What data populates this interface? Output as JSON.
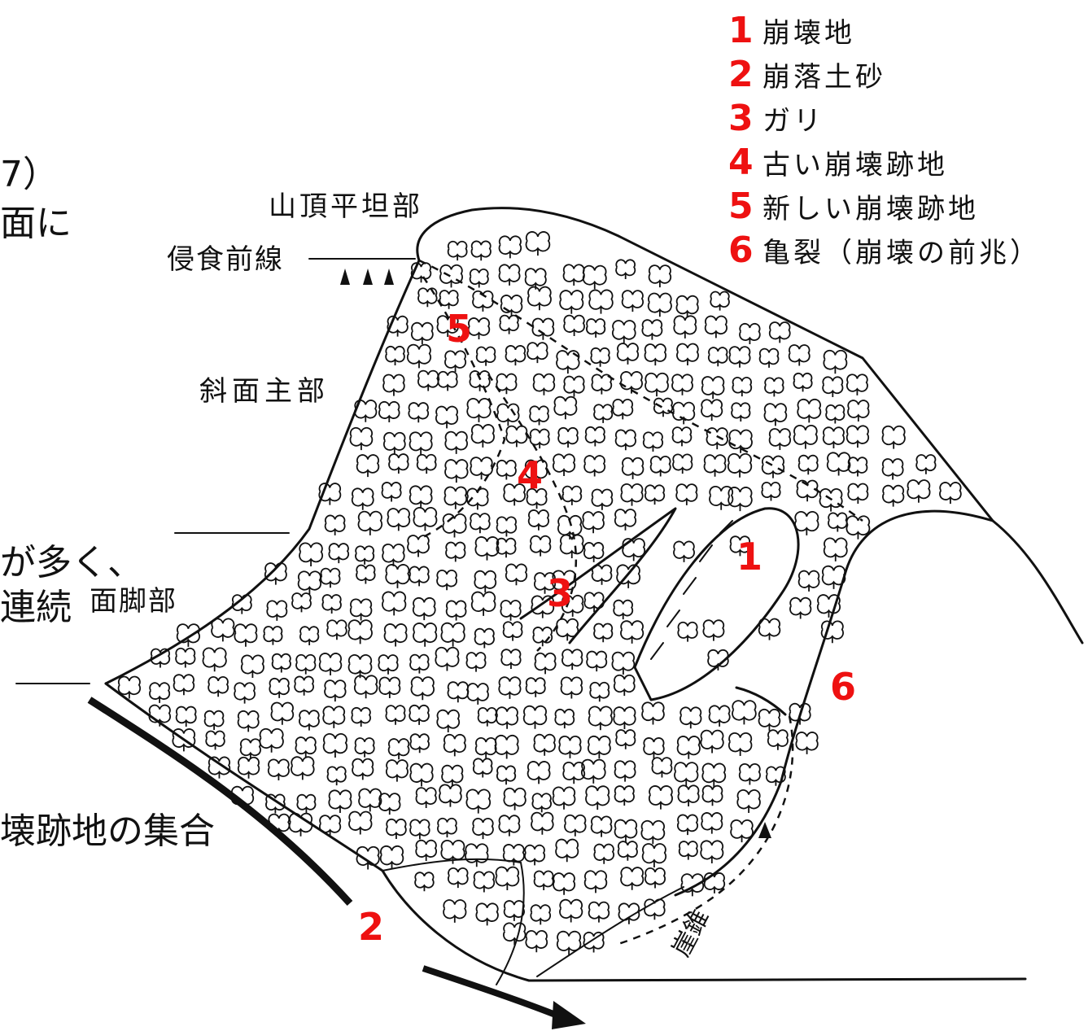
{
  "legend": [
    {
      "num": "1",
      "text": "崩壊地"
    },
    {
      "num": "2",
      "text": "崩落土砂"
    },
    {
      "num": "3",
      "text": "ガリ"
    },
    {
      "num": "4",
      "text": "古い崩壊跡地"
    },
    {
      "num": "5",
      "text": "新しい崩壊跡地"
    },
    {
      "num": "6",
      "text": "亀裂（崩壊の前兆）"
    }
  ],
  "labels": {
    "summit_flat": "山頂平坦部",
    "erosion_front": "侵食前線",
    "slope_main": "斜面主部",
    "slope_foot": "面脚部",
    "talus": "崖錐"
  },
  "cut_text": {
    "line1": "7）",
    "line2": "面に",
    "line3": "が多く、",
    "line4": "連続",
    "line5": "壊跡地の集合"
  },
  "markers": {
    "m1": "1",
    "m2": "2",
    "m3": "3",
    "m4": "4",
    "m5": "5",
    "m6": "6"
  },
  "colors": {
    "accent": "#ee1111",
    "ink": "#111111",
    "background": "#ffffff"
  }
}
